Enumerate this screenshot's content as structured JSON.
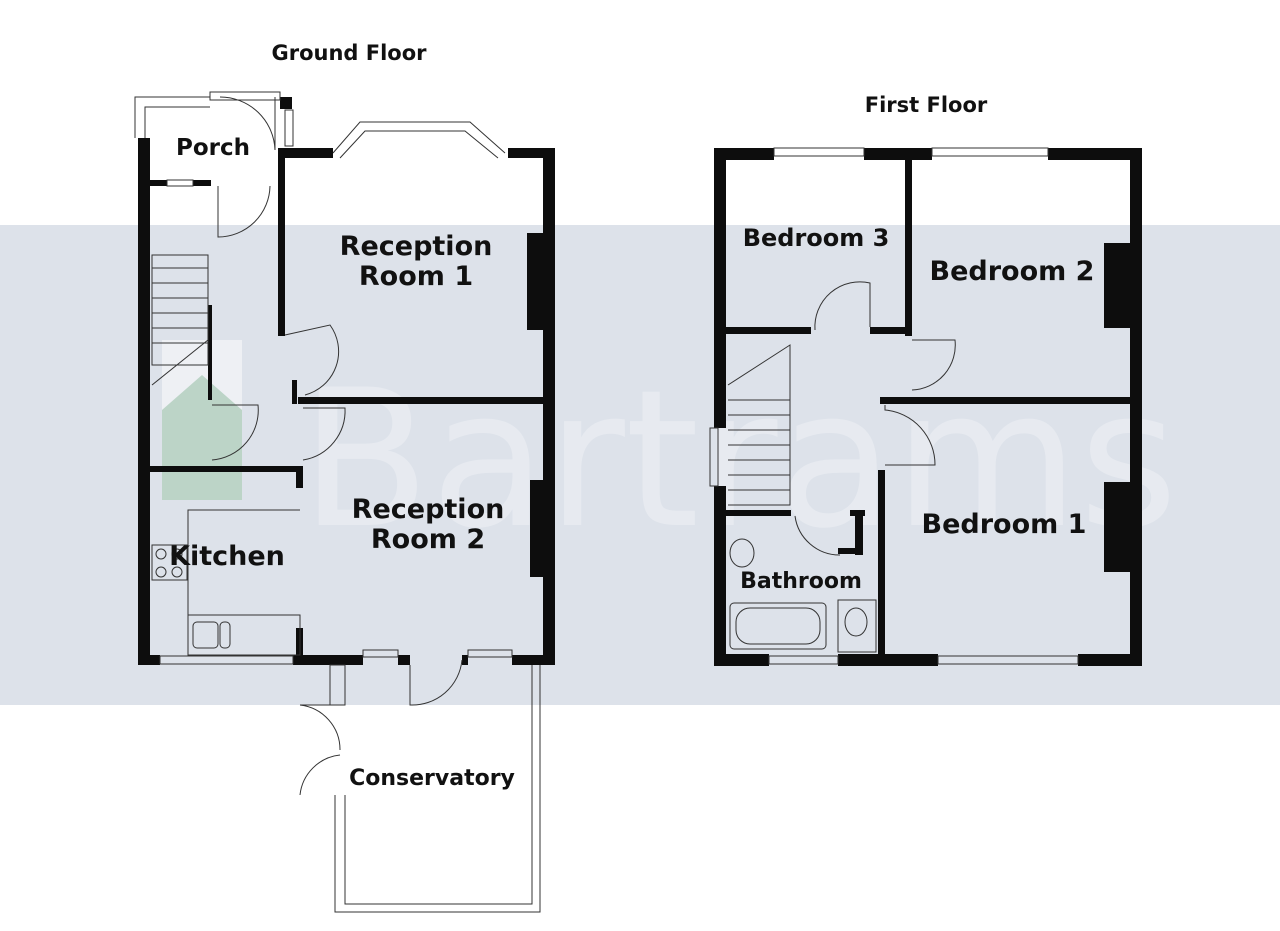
{
  "watermark": {
    "text": "Bartrams"
  },
  "colors": {
    "band": "#dde2ea",
    "wall": "#0d0d0d",
    "watermark": "#6aa87a"
  },
  "ground_floor": {
    "title": "Ground Floor",
    "rooms": {
      "porch": "Porch",
      "reception1_line1": "Reception",
      "reception1_line2": "Room 1",
      "reception2_line1": "Reception",
      "reception2_line2": "Room 2",
      "kitchen": "Kitchen",
      "conservatory": "Conservatory"
    }
  },
  "first_floor": {
    "title": "First Floor",
    "rooms": {
      "bedroom3": "Bedroom 3",
      "bedroom2": "Bedroom 2",
      "bedroom1": "Bedroom 1",
      "bathroom": "Bathroom"
    }
  }
}
